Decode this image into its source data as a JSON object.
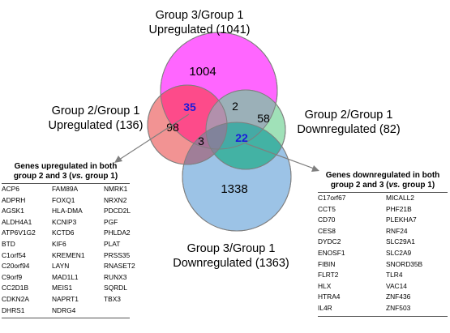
{
  "circles": {
    "group3_up": {
      "title_line1": "Group 3/Group 1",
      "title_line2": "Upregulated (1041)",
      "fill": "#ff66ff"
    },
    "group2_up": {
      "title_line1": "Group 2/Group 1",
      "title_line2": "Upregulated (136)",
      "fill": "#f08080"
    },
    "group2_down": {
      "title_line1": "Group 2/Group 1",
      "title_line2": "Downregulated (82)",
      "fill": "#8fdcab"
    },
    "group3_down": {
      "title_line1": "Group 3/Group 1",
      "title_line2": "Downregulated (1363)",
      "fill": "#9cc3e6"
    }
  },
  "regions": {
    "only_g3_up": "1004",
    "g3up_g2up": "35",
    "g3up_g2down": "2",
    "only_g2_up": "98",
    "g2up_g3down": "3",
    "only_g2_down": "58",
    "g2down_g3down": "22",
    "only_g3_down": "1338"
  },
  "highlight_color": "#1a1adb",
  "up_table": {
    "title_line1": "Genes upregulated in both",
    "title_line2_pre": "group 2 and 3 (",
    "title_line2_em": "vs.",
    "title_line2_post": " group 1)",
    "columns": [
      [
        "ACP6",
        "ADPRH",
        "AGSK1",
        "ALDH4A1",
        "ATP6V1G2",
        "BTD",
        "C1orf54",
        "C20orf94",
        "C9orf9",
        "CC2D1B",
        "CDKN2A",
        "DHRS1"
      ],
      [
        "FAM89A",
        "FOXQ1",
        "HLA-DMA",
        "KCNIP3",
        "KCTD6",
        "KIF6",
        "KREMEN1",
        "LAYN",
        "MAD1L1",
        "MEIS1",
        "NAPRT1",
        "NDRG4"
      ],
      [
        "NMRK1",
        "NRXN2",
        "PDCD2L",
        "PGF",
        "PHLDA2",
        "PLAT",
        "PRSS35",
        "RNASET2",
        "RUNX3",
        "SQRDL",
        "TBX3"
      ]
    ]
  },
  "down_table": {
    "title_line1": "Genes downregulated in both",
    "title_line2_pre": "group 2 and 3 (",
    "title_line2_em": "vs.",
    "title_line2_post": " group 1)",
    "columns": [
      [
        "C17orf67",
        "CCT5",
        "CD70",
        "CES8",
        "DYDC2",
        "ENOSF1",
        "FIBIN",
        "FLRT2",
        "HLX",
        "HTRA4",
        "IL4R"
      ],
      [
        "MICALL2",
        "PHF21B",
        "PLEKHA7",
        "RNF24",
        "SLC29A1",
        "SLC2A9",
        "SNORD35B",
        "TLR4",
        "VAC14",
        "ZNF436",
        "ZNF503"
      ]
    ]
  }
}
